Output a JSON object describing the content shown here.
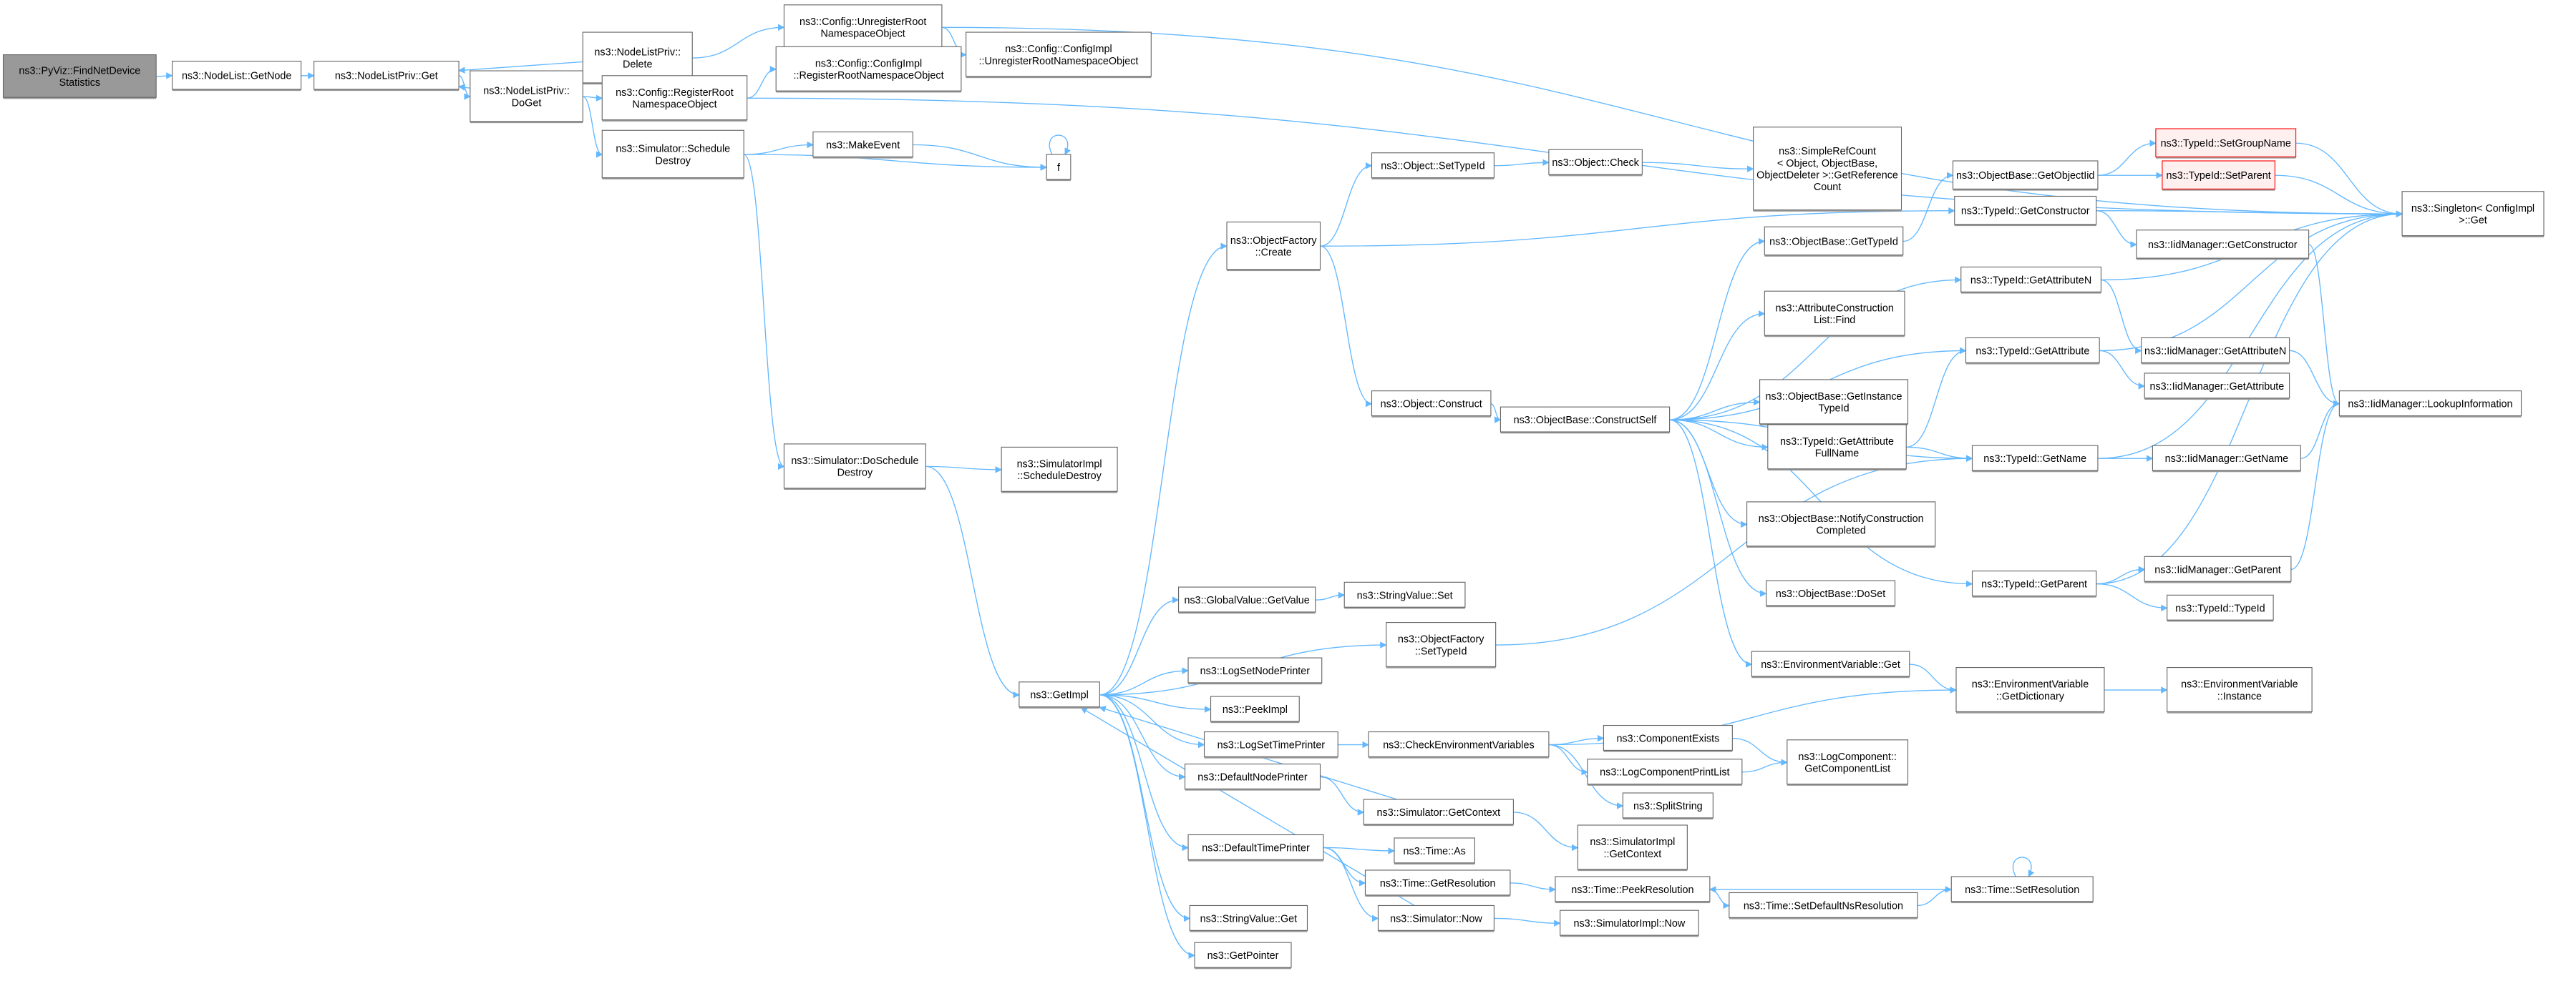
{
  "colors": {
    "edge": "#63b8ff",
    "root_fill": "#999999",
    "red_border": "#ff0000",
    "red_fill": "#fff0f0"
  },
  "nodes": [
    {
      "id": "n1",
      "lines": [
        "ns3::PyViz::FindNetDevice",
        "Statistics"
      ],
      "style": "root"
    },
    {
      "id": "n2",
      "lines": [
        "ns3::NodeList::GetNode"
      ]
    },
    {
      "id": "n3",
      "lines": [
        "ns3::NodeListPriv::Get"
      ]
    },
    {
      "id": "n4",
      "lines": [
        "ns3::NodeListPriv::",
        "Delete"
      ]
    },
    {
      "id": "n5",
      "lines": [
        "ns3::NodeListPriv::",
        "DoGet"
      ]
    },
    {
      "id": "n6",
      "lines": [
        "ns3::Config::UnregisterRoot",
        "NamespaceObject"
      ]
    },
    {
      "id": "n7",
      "lines": [
        "ns3::Config::ConfigImpl",
        "::RegisterRootNamespaceObject"
      ]
    },
    {
      "id": "n8",
      "lines": [
        "ns3::Config::RegisterRoot",
        "NamespaceObject"
      ]
    },
    {
      "id": "n9",
      "lines": [
        "ns3::Config::ConfigImpl",
        "::UnregisterRootNamespaceObject"
      ]
    },
    {
      "id": "n10",
      "lines": [
        "ns3::Simulator::Schedule",
        "Destroy"
      ]
    },
    {
      "id": "n11",
      "lines": [
        "ns3::MakeEvent"
      ]
    },
    {
      "id": "n12",
      "lines": [
        "f"
      ]
    },
    {
      "id": "n13",
      "lines": [
        "ns3::Object::SetTypeId"
      ]
    },
    {
      "id": "n14",
      "lines": [
        "ns3::Object::Check"
      ]
    },
    {
      "id": "n15",
      "lines": [
        "ns3::SimpleRefCount",
        "< Object, ObjectBase,",
        "ObjectDeleter >::GetReference",
        "Count"
      ]
    },
    {
      "id": "n16",
      "lines": [
        "ns3::TypeId::SetGroupName"
      ],
      "style": "red"
    },
    {
      "id": "n17",
      "lines": [
        "ns3::ObjectBase::GetObjectIid"
      ]
    },
    {
      "id": "n18",
      "lines": [
        "ns3::TypeId::SetParent"
      ],
      "style": "red"
    },
    {
      "id": "n19",
      "lines": [
        "ns3::Singleton< ConfigImpl",
        ">::Get"
      ]
    },
    {
      "id": "n20",
      "lines": [
        "ns3::ObjectFactory",
        "::Create"
      ]
    },
    {
      "id": "n21",
      "lines": [
        "ns3::TypeId::GetConstructor"
      ]
    },
    {
      "id": "n22",
      "lines": [
        "ns3::ObjectBase::GetTypeId"
      ]
    },
    {
      "id": "n23",
      "lines": [
        "ns3::IidManager::GetConstructor"
      ]
    },
    {
      "id": "n24",
      "lines": [
        "ns3::TypeId::GetAttributeN"
      ]
    },
    {
      "id": "n25",
      "lines": [
        "ns3::AttributeConstruction",
        "List::Find"
      ]
    },
    {
      "id": "n26",
      "lines": [
        "ns3::TypeId::GetAttribute"
      ]
    },
    {
      "id": "n27",
      "lines": [
        "ns3::IidManager::GetAttributeN"
      ]
    },
    {
      "id": "n28",
      "lines": [
        "ns3::Object::Construct"
      ]
    },
    {
      "id": "n29",
      "lines": [
        "ns3::ObjectBase::GetInstance",
        "TypeId"
      ]
    },
    {
      "id": "n30",
      "lines": [
        "ns3::IidManager::GetAttribute"
      ]
    },
    {
      "id": "n31",
      "lines": [
        "ns3::IidManager::LookupInformation"
      ]
    },
    {
      "id": "n32",
      "lines": [
        "ns3::ObjectBase::ConstructSelf"
      ]
    },
    {
      "id": "n33",
      "lines": [
        "ns3::TypeId::GetAttribute",
        "FullName"
      ]
    },
    {
      "id": "n34",
      "lines": [
        "ns3::TypeId::GetName"
      ]
    },
    {
      "id": "n35",
      "lines": [
        "ns3::IidManager::GetName"
      ]
    },
    {
      "id": "n36",
      "lines": [
        "ns3::Simulator::DoSchedule",
        "Destroy"
      ]
    },
    {
      "id": "n37",
      "lines": [
        "ns3::SimulatorImpl",
        "::ScheduleDestroy"
      ]
    },
    {
      "id": "n38",
      "lines": [
        "ns3::ObjectBase::NotifyConstruction",
        "Completed"
      ]
    },
    {
      "id": "n39",
      "lines": [
        "ns3::IidManager::GetParent"
      ]
    },
    {
      "id": "n40",
      "lines": [
        "ns3::TypeId::GetParent"
      ]
    },
    {
      "id": "n41",
      "lines": [
        "ns3::TypeId::TypeId"
      ]
    },
    {
      "id": "n42",
      "lines": [
        "ns3::ObjectBase::DoSet"
      ]
    },
    {
      "id": "n43",
      "lines": [
        "ns3::GlobalValue::GetValue"
      ]
    },
    {
      "id": "n44",
      "lines": [
        "ns3::StringValue::Set"
      ]
    },
    {
      "id": "n45",
      "lines": [
        "ns3::ObjectFactory",
        "::SetTypeId"
      ]
    },
    {
      "id": "n46",
      "lines": [
        "ns3::EnvironmentVariable::Get"
      ]
    },
    {
      "id": "n47",
      "lines": [
        "ns3::EnvironmentVariable",
        "::GetDictionary"
      ]
    },
    {
      "id": "n48",
      "lines": [
        "ns3::EnvironmentVariable",
        "::Instance"
      ]
    },
    {
      "id": "n49",
      "lines": [
        "ns3::LogSetNodePrinter"
      ]
    },
    {
      "id": "n50",
      "lines": [
        "ns3::PeekImpl"
      ]
    },
    {
      "id": "n51",
      "lines": [
        "ns3::GetImpl"
      ]
    },
    {
      "id": "n52",
      "lines": [
        "ns3::LogSetTimePrinter"
      ]
    },
    {
      "id": "n53",
      "lines": [
        "ns3::CheckEnvironmentVariables"
      ]
    },
    {
      "id": "n54",
      "lines": [
        "ns3::ComponentExists"
      ]
    },
    {
      "id": "n55",
      "lines": [
        "ns3::LogComponentPrintList"
      ]
    },
    {
      "id": "n56",
      "lines": [
        "ns3::LogComponent::",
        "GetComponentList"
      ]
    },
    {
      "id": "n57",
      "lines": [
        "ns3::DefaultNodePrinter"
      ]
    },
    {
      "id": "n58",
      "lines": [
        "ns3::SplitString"
      ]
    },
    {
      "id": "n59",
      "lines": [
        "ns3::Simulator::GetContext"
      ]
    },
    {
      "id": "n60",
      "lines": [
        "ns3::SimulatorImpl",
        "::GetContext"
      ]
    },
    {
      "id": "n61",
      "lines": [
        "ns3::DefaultTimePrinter"
      ]
    },
    {
      "id": "n62",
      "lines": [
        "ns3::Time::As"
      ]
    },
    {
      "id": "n63",
      "lines": [
        "ns3::Time::GetResolution"
      ]
    },
    {
      "id": "n64",
      "lines": [
        "ns3::Time::PeekResolution"
      ]
    },
    {
      "id": "n65",
      "lines": [
        "ns3::Time::SetResolution"
      ]
    },
    {
      "id": "n66",
      "lines": [
        "ns3::Time::SetDefaultNsResolution"
      ]
    },
    {
      "id": "n67",
      "lines": [
        "ns3::Simulator::Now"
      ]
    },
    {
      "id": "n68",
      "lines": [
        "ns3::SimulatorImpl::Now"
      ]
    },
    {
      "id": "n69",
      "lines": [
        "ns3::StringValue::Get"
      ]
    },
    {
      "id": "n70",
      "lines": [
        "ns3::GetPointer"
      ]
    }
  ],
  "edges": [
    [
      "n1",
      "n2"
    ],
    [
      "n2",
      "n3"
    ],
    [
      "n3",
      "n5"
    ],
    [
      "n5",
      "n3"
    ],
    [
      "n4",
      "n3"
    ],
    [
      "n4",
      "n5"
    ],
    [
      "n5",
      "n4"
    ],
    [
      "n5",
      "n8"
    ],
    [
      "n5",
      "n10"
    ],
    [
      "n4",
      "n6"
    ],
    [
      "n6",
      "n9"
    ],
    [
      "n6",
      "n19"
    ],
    [
      "n8",
      "n7"
    ],
    [
      "n8",
      "n19"
    ],
    [
      "n10",
      "n11"
    ],
    [
      "n10",
      "n12"
    ],
    [
      "n11",
      "n12"
    ],
    [
      "n12",
      "n12"
    ],
    [
      "n10",
      "n36"
    ],
    [
      "n36",
      "n37"
    ],
    [
      "n36",
      "n51"
    ],
    [
      "n51",
      "n20"
    ],
    [
      "n20",
      "n13"
    ],
    [
      "n20",
      "n21"
    ],
    [
      "n20",
      "n28"
    ],
    [
      "n13",
      "n14"
    ],
    [
      "n14",
      "n15"
    ],
    [
      "n28",
      "n32"
    ],
    [
      "n32",
      "n22"
    ],
    [
      "n32",
      "n24"
    ],
    [
      "n32",
      "n25"
    ],
    [
      "n32",
      "n26"
    ],
    [
      "n32",
      "n29"
    ],
    [
      "n32",
      "n33"
    ],
    [
      "n32",
      "n34"
    ],
    [
      "n32",
      "n38"
    ],
    [
      "n32",
      "n40"
    ],
    [
      "n32",
      "n42"
    ],
    [
      "n32",
      "n46"
    ],
    [
      "n22",
      "n17"
    ],
    [
      "n17",
      "n16"
    ],
    [
      "n17",
      "n18"
    ],
    [
      "n16",
      "n19"
    ],
    [
      "n18",
      "n19"
    ],
    [
      "n21",
      "n19"
    ],
    [
      "n21",
      "n23"
    ],
    [
      "n23",
      "n31"
    ],
    [
      "n24",
      "n19"
    ],
    [
      "n24",
      "n27"
    ],
    [
      "n26",
      "n19"
    ],
    [
      "n26",
      "n30"
    ],
    [
      "n27",
      "n31"
    ],
    [
      "n33",
      "n26"
    ],
    [
      "n33",
      "n34"
    ],
    [
      "n34",
      "n19"
    ],
    [
      "n34",
      "n35"
    ],
    [
      "n35",
      "n31"
    ],
    [
      "n40",
      "n19"
    ],
    [
      "n40",
      "n39"
    ],
    [
      "n40",
      "n41"
    ],
    [
      "n39",
      "n31"
    ],
    [
      "n45",
      "n34"
    ],
    [
      "n46",
      "n47"
    ],
    [
      "n47",
      "n48"
    ],
    [
      "n51",
      "n43"
    ],
    [
      "n43",
      "n44"
    ],
    [
      "n51",
      "n45"
    ],
    [
      "n51",
      "n49"
    ],
    [
      "n51",
      "n50"
    ],
    [
      "n51",
      "n52"
    ],
    [
      "n51",
      "n57"
    ],
    [
      "n51",
      "n61"
    ],
    [
      "n51",
      "n69"
    ],
    [
      "n51",
      "n70"
    ],
    [
      "n52",
      "n53"
    ],
    [
      "n53",
      "n47"
    ],
    [
      "n53",
      "n54"
    ],
    [
      "n53",
      "n55"
    ],
    [
      "n53",
      "n58"
    ],
    [
      "n54",
      "n56"
    ],
    [
      "n55",
      "n56"
    ],
    [
      "n57",
      "n59"
    ],
    [
      "n59",
      "n51"
    ],
    [
      "n59",
      "n60"
    ],
    [
      "n61",
      "n62"
    ],
    [
      "n61",
      "n63"
    ],
    [
      "n61",
      "n67"
    ],
    [
      "n67",
      "n51"
    ],
    [
      "n63",
      "n64"
    ],
    [
      "n64",
      "n66"
    ],
    [
      "n66",
      "n65"
    ],
    [
      "n65",
      "n64"
    ],
    [
      "n65",
      "n65"
    ],
    [
      "n67",
      "n68"
    ]
  ]
}
